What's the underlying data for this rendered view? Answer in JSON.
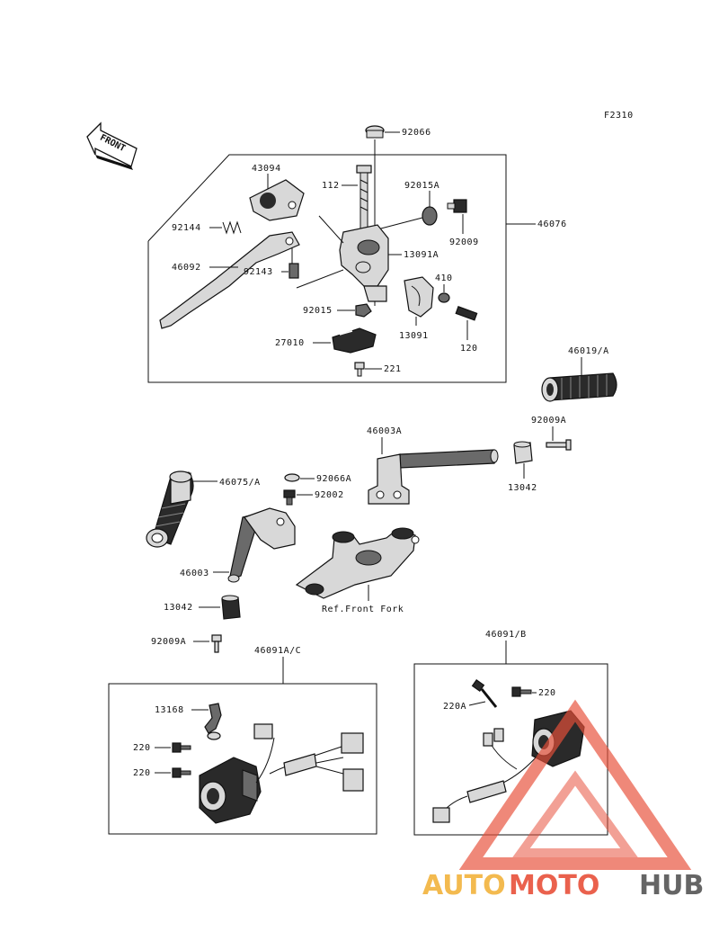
{
  "figure_code": "F2310",
  "front_arrow": "FRONT",
  "parts": {
    "p92066": "92066",
    "p43094": "43094",
    "p112": "112",
    "p92015A": "92015A",
    "p46076": "46076",
    "p92144": "92144",
    "p92009": "92009",
    "p46092": "46092",
    "p92143": "92143",
    "p13091A": "13091A",
    "p410": "410",
    "p92015": "92015",
    "p13091": "13091",
    "p27010": "27010",
    "p120": "120",
    "p221": "221",
    "p46019A": "46019/A",
    "p46003A": "46003A",
    "p92009A_top": "92009A",
    "p13042_top": "13042",
    "p46075A": "46075/A",
    "p92066A": "92066A",
    "p92002": "92002",
    "p46003": "46003",
    "p13042_bot": "13042",
    "ref_front_fork": "Ref.Front Fork",
    "p92009A_bot": "92009A",
    "p46091AC": "46091A/C",
    "p46091B": "46091/B",
    "p13168": "13168",
    "p220_1": "220",
    "p220_2": "220",
    "p220A": "220A",
    "p220_3": "220"
  },
  "watermark": {
    "part1": "AUTO",
    "part2": "MOTO",
    "part3": "HUB",
    "colors": {
      "auto": "#f2b33d",
      "moto": "#e8503a",
      "hub": "#555555"
    }
  }
}
